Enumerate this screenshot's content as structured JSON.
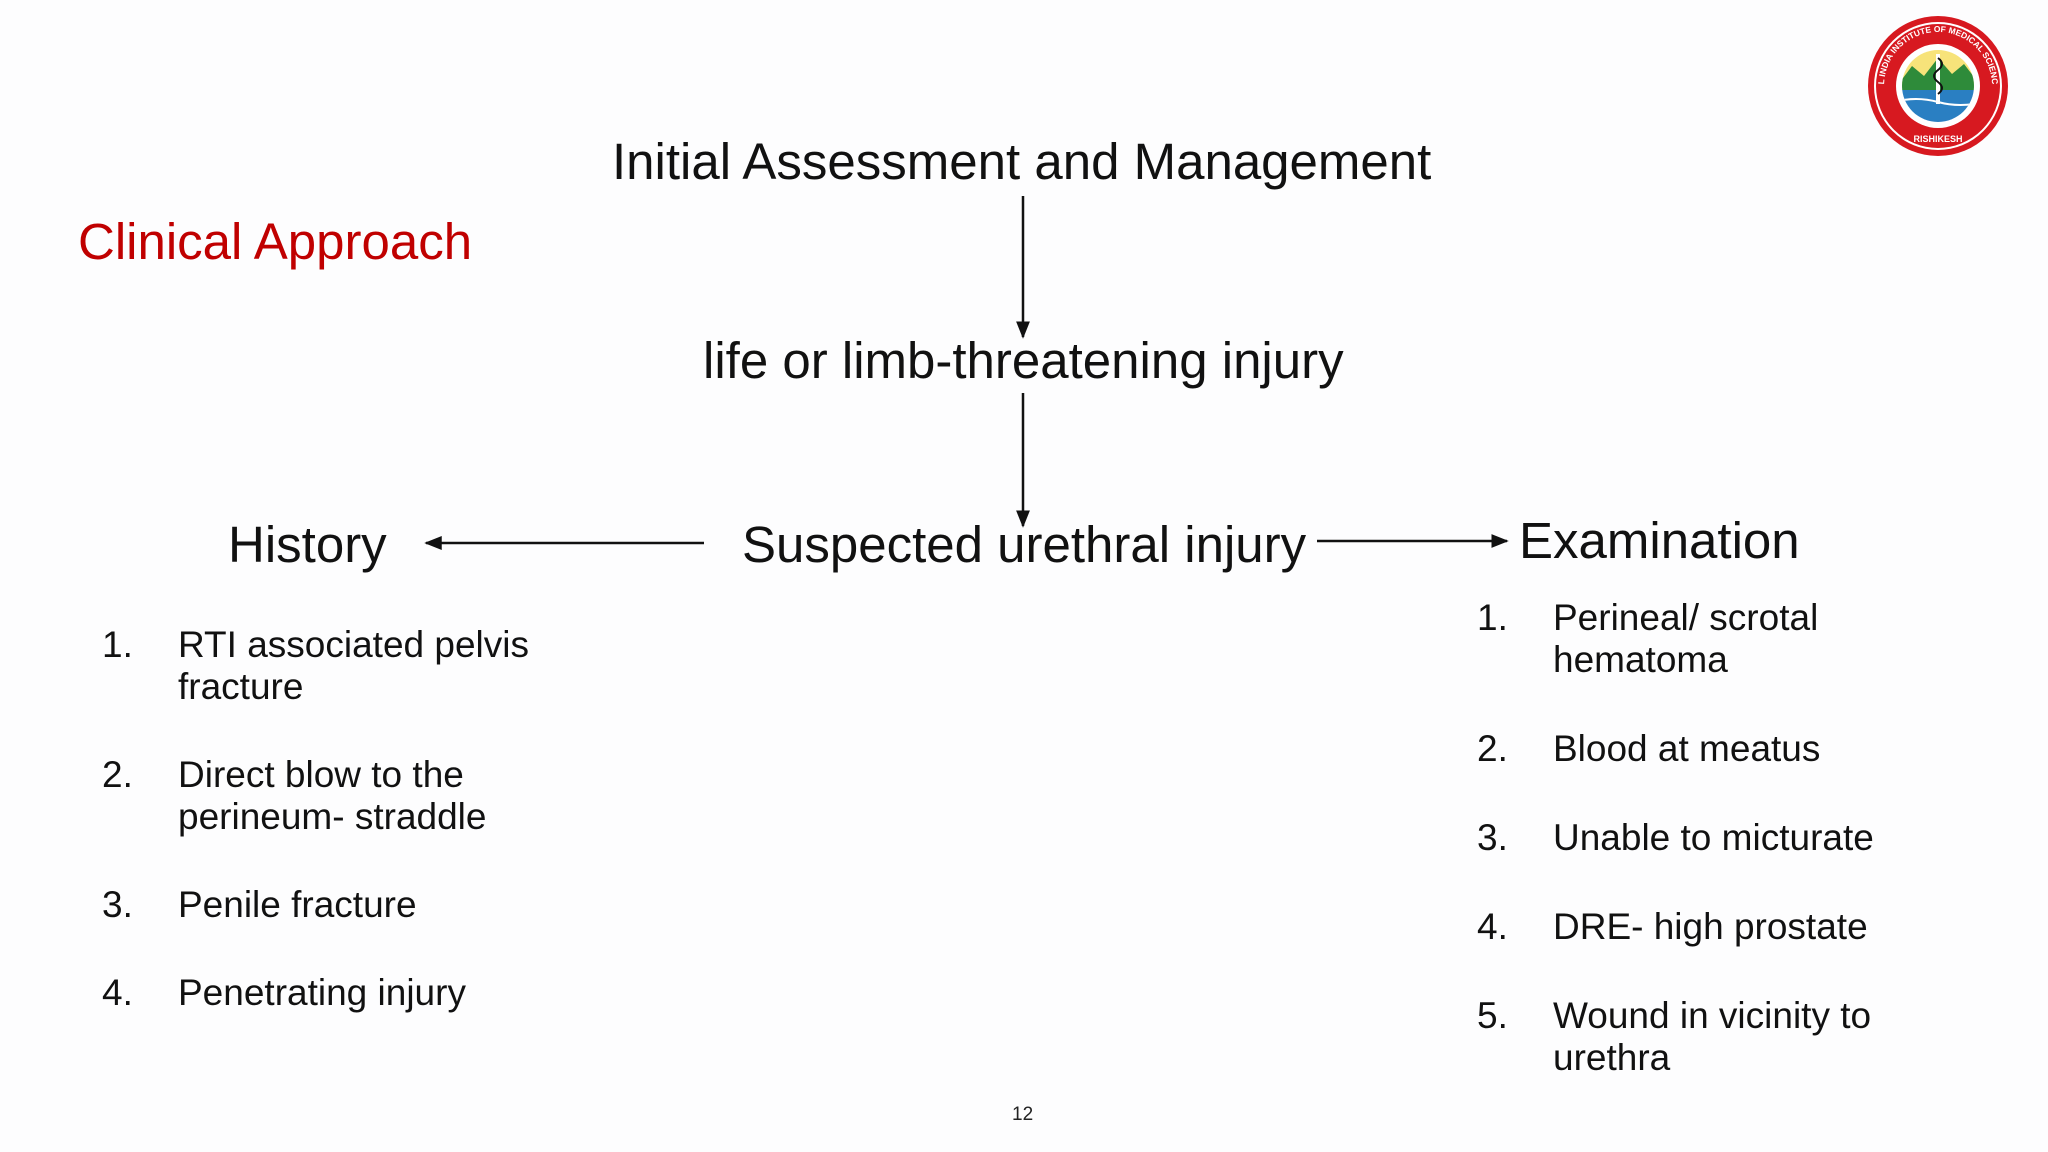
{
  "slide": {
    "section_title": "Clinical Approach",
    "page_number": "12"
  },
  "flowchart": {
    "nodes": {
      "initial": "Initial Assessment and Management",
      "threat": "life or limb-threatening injury",
      "suspected": "Suspected urethral injury",
      "history": "History",
      "examination": "Examination"
    },
    "edges": [
      {
        "from": "initial",
        "to": "threat"
      },
      {
        "from": "threat",
        "to": "suspected"
      },
      {
        "from": "suspected",
        "to": "history"
      },
      {
        "from": "suspected",
        "to": "examination"
      }
    ]
  },
  "history_items": [
    {
      "num": "1.",
      "line1": "RTI associated pelvis",
      "line2": "fracture"
    },
    {
      "num": "2.",
      "line1": "Direct blow to the",
      "line2": "perineum-  straddle"
    },
    {
      "num": "3.",
      "line1": "Penile fracture",
      "line2": ""
    },
    {
      "num": "4.",
      "line1": "Penetrating injury",
      "line2": ""
    }
  ],
  "examination_items": [
    {
      "num": "1.",
      "line1": "Perineal/ scrotal",
      "line2": "hematoma"
    },
    {
      "num": "2.",
      "line1": "Blood at meatus",
      "line2": ""
    },
    {
      "num": "3.",
      "line1": "Unable to micturate",
      "line2": ""
    },
    {
      "num": "4.",
      "line1": "DRE- high prostate",
      "line2": ""
    },
    {
      "num": "5.",
      "line1": "Wound in vicinity to",
      "line2": "urethra"
    }
  ],
  "logo": {
    "ring_text": "ALL INDIA INSTITUTE OF MEDICAL SCIENCES",
    "city": "RISHIKESH",
    "colors": {
      "ring": "#d71920",
      "sky": "#f7e37a",
      "mountain": "#2e8b3a",
      "river": "#2a7fc2"
    }
  },
  "colors": {
    "section_title": "#c00000",
    "text": "#111111",
    "background": "#fdfdfe"
  }
}
